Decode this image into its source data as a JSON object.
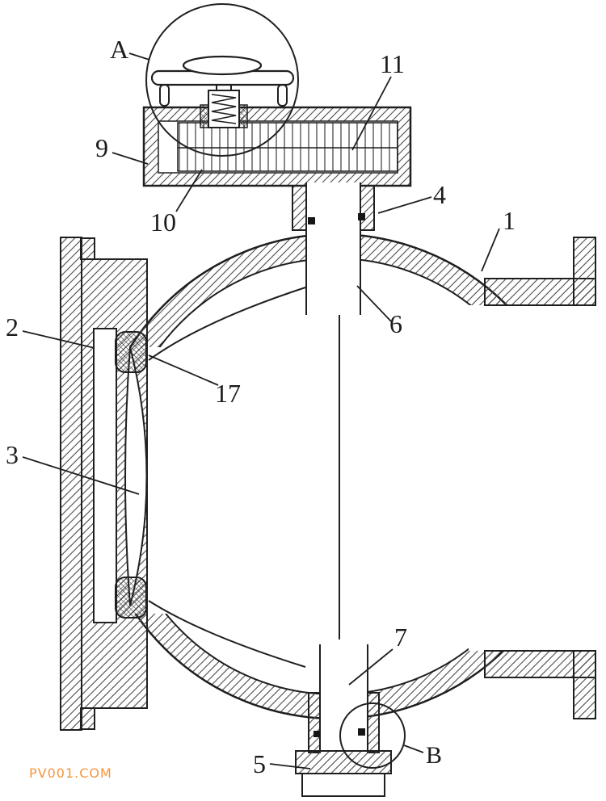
{
  "diagram": {
    "type": "valve-patent-drawing",
    "watermark": "PV001.COM",
    "labels": {
      "a": "A",
      "b": "B",
      "n1": "1",
      "n2": "2",
      "n3": "3",
      "n4": "4",
      "n5": "5",
      "n6": "6",
      "n7": "7",
      "n9": "9",
      "n10": "10",
      "n11": "11",
      "n17": "17"
    },
    "colors": {
      "line": "#1f1f1f",
      "hatch": "#4a4a4a",
      "watermark": "#f5953d",
      "background": "#ffffff"
    }
  }
}
